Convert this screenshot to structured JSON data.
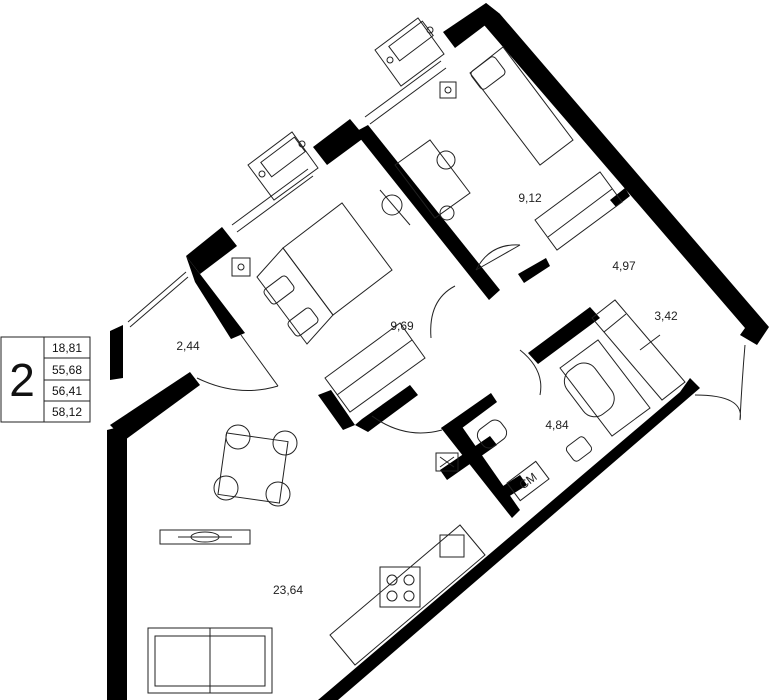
{
  "info_block": {
    "rooms_count": "2",
    "areas": [
      "18,81",
      "55,68",
      "56,41",
      "58,12"
    ]
  },
  "room_areas": {
    "living_kitchen": "23,64",
    "bedroom_large": "9,69",
    "bedroom_small": "9,12",
    "hallway": "2,44",
    "corridor": "4,97",
    "bathroom": "4,84",
    "storage": "3,42"
  },
  "fixture_labels": {
    "washing_machine": "СМ"
  }
}
